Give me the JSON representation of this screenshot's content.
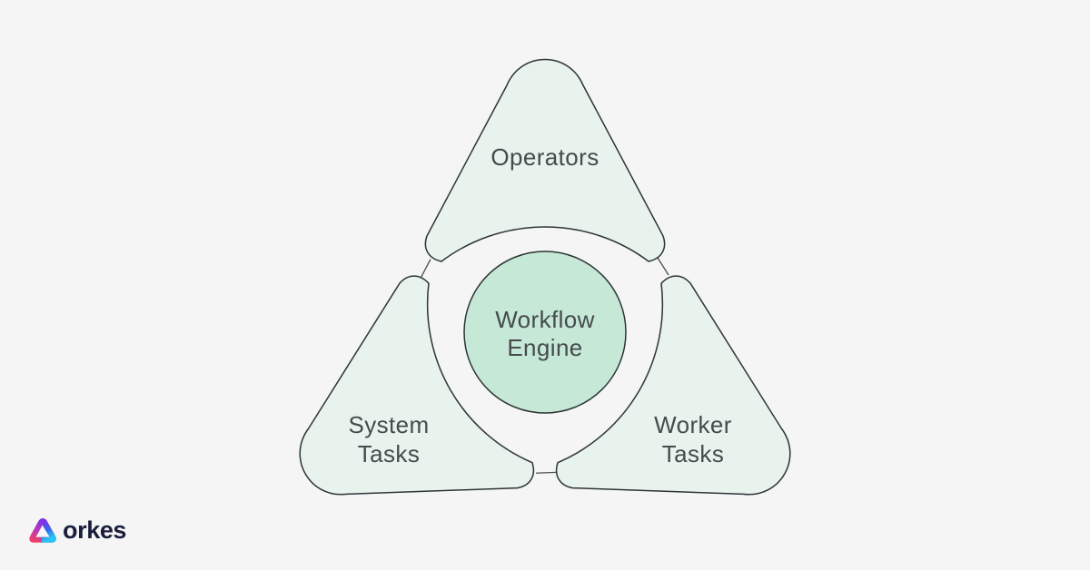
{
  "background_color": "#f4f5f4",
  "diagram": {
    "center": {
      "line1": "Workflow",
      "line2": "Engine",
      "fill": "#c6e8d6"
    },
    "nodes": {
      "top": {
        "label": "Operators"
      },
      "left": {
        "line1": "System",
        "line2": "Tasks"
      },
      "right": {
        "line1": "Worker",
        "line2": "Tasks"
      }
    },
    "node_fill": "#e7f3ec",
    "outline_color": "#2e3438",
    "text_color": "#454b4e"
  },
  "logo": {
    "text": "orkes",
    "text_color": "#1a1e3c",
    "icon_colors": {
      "pink": "#ef3e68",
      "purple": "#7c30e8",
      "blue": "#2e6af0",
      "cyan": "#28c5f4"
    }
  }
}
